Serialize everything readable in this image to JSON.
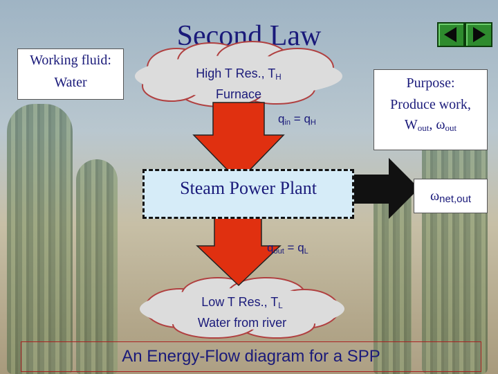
{
  "slide": {
    "title": "Second Law",
    "working_fluid": {
      "line1": "Working fluid:",
      "line2": "Water"
    },
    "high_res": {
      "line1_main": "High T Res., T",
      "line1_sub": "H",
      "line2": "Furnace"
    },
    "q_in": {
      "q": "q",
      "q_sub": "in",
      "eq": " = q",
      "h_sub": "H"
    },
    "plant_label": "Steam Power Plant",
    "q_out": {
      "q": "q",
      "q_sub": "out",
      "eq": " = q",
      "l_sub": "L"
    },
    "low_res": {
      "line1_main": "Low T Res., T",
      "line1_sub": "L",
      "line2": "Water from river"
    },
    "purpose": {
      "heading": "Purpose:",
      "line1": "Produce work,",
      "w": "W",
      "w_sub": "out",
      "sep": ", ",
      "omega": "ω",
      "omega_sub": "out"
    },
    "work_out": {
      "omega": "ω",
      "sub": "net,out"
    },
    "footer": "An Energy-Flow diagram for a SPP"
  },
  "nav": {
    "prev_icon": "triangle-left-icon",
    "next_icon": "triangle-right-icon"
  },
  "colors": {
    "title": "#1a1a7a",
    "body_text": "#1a1a7a",
    "heat_arrow": "#e03010",
    "work_arrow": "#111111",
    "plant_box": "#d6ecf8",
    "nav_button": "#2e8b2e"
  }
}
